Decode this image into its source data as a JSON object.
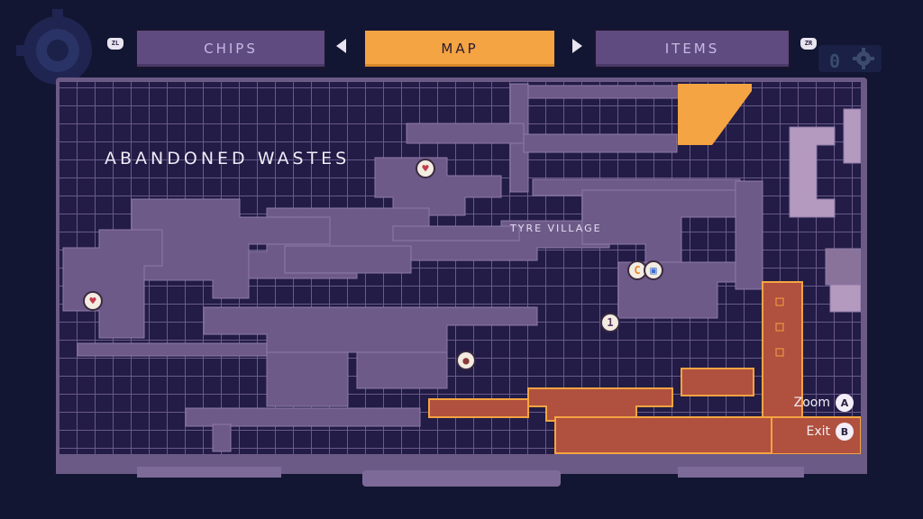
{
  "tabs": {
    "left_trigger": "ZL",
    "right_trigger": "ZR",
    "items": [
      {
        "label": "CHIPS",
        "active": false
      },
      {
        "label": "MAP",
        "active": true
      },
      {
        "label": "ITEMS",
        "active": false
      }
    ]
  },
  "counter": {
    "value": "0",
    "icon": "gear-icon"
  },
  "map": {
    "region_title": "ABANDONED WASTES",
    "places": [
      {
        "label": "TYRE VILLAGE"
      }
    ],
    "markers": [
      {
        "type": "heart-icon",
        "label": "♥"
      },
      {
        "type": "heart-icon",
        "label": "♥"
      },
      {
        "type": "chip-shop-icon",
        "label": "C"
      },
      {
        "type": "save-point-icon",
        "label": "▣"
      },
      {
        "type": "key-icon",
        "label": "1"
      },
      {
        "type": "player-location-icon",
        "label": "●"
      }
    ]
  },
  "controls": [
    {
      "label": "Zoom",
      "button": "A"
    },
    {
      "label": "Exit",
      "button": "B"
    }
  ],
  "colors": {
    "background": "#121632",
    "explored": "#6d5a88",
    "unexplored_grid": "#221c46",
    "active_tab": "#f4a442",
    "hot_zone": "#b0503e",
    "hot_zone_edge": "#f4a442"
  }
}
